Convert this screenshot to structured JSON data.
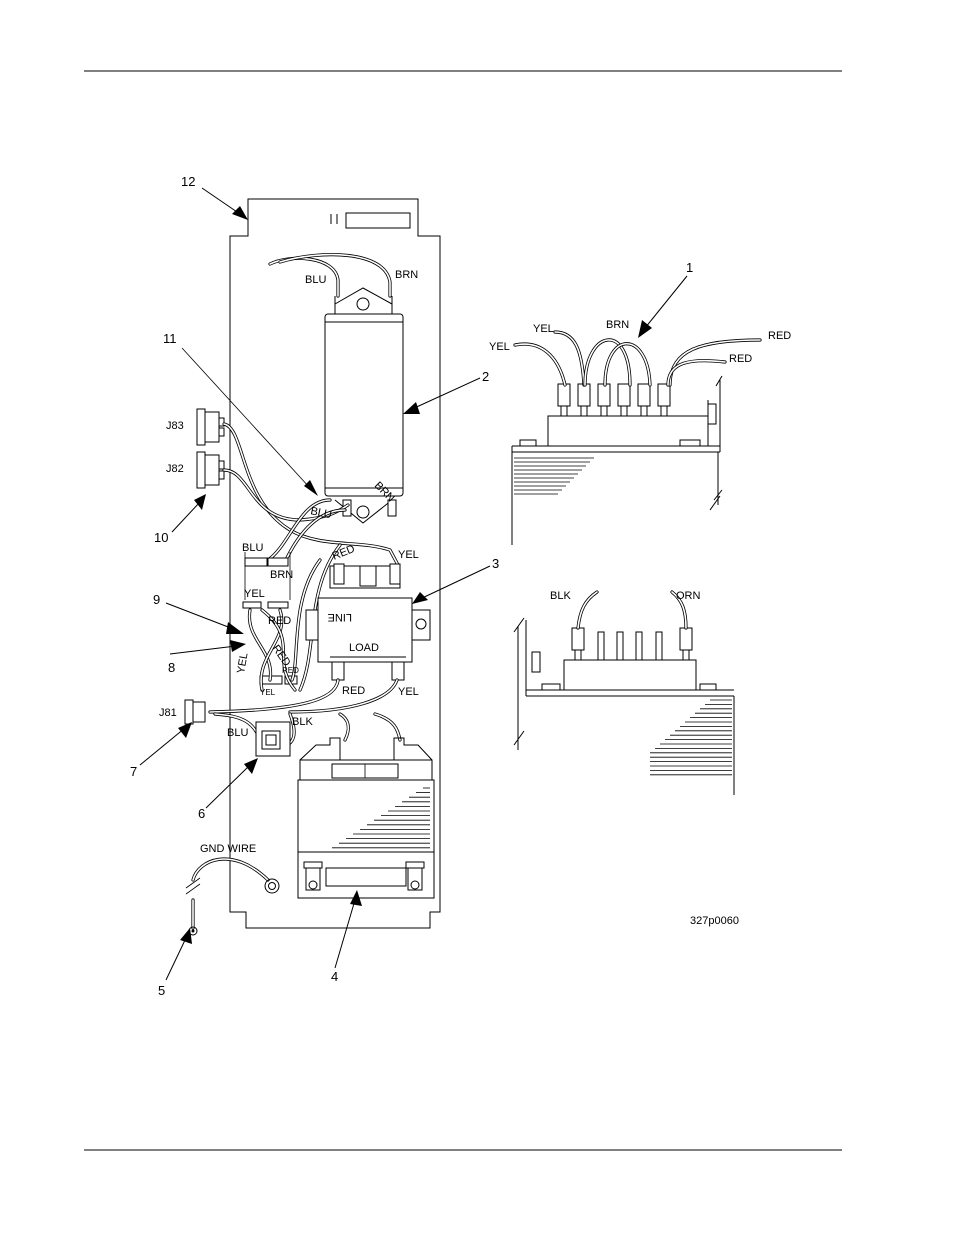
{
  "callouts": [
    "1",
    "2",
    "3",
    "4",
    "5",
    "6",
    "7",
    "8",
    "9",
    "10",
    "11",
    "12"
  ],
  "connectors": {
    "j83": "J83",
    "j82": "J82",
    "j81": "J81"
  },
  "wire_labels": {
    "blu": "BLU",
    "brn": "BRN",
    "red": "RED",
    "yel": "YEL",
    "blk": "BLK",
    "orn": "ORN"
  },
  "terminal_labels": {
    "line": "LINE",
    "load": "LOAD"
  },
  "gnd_wire": "GND WIRE",
  "figure_id": "327p0060"
}
